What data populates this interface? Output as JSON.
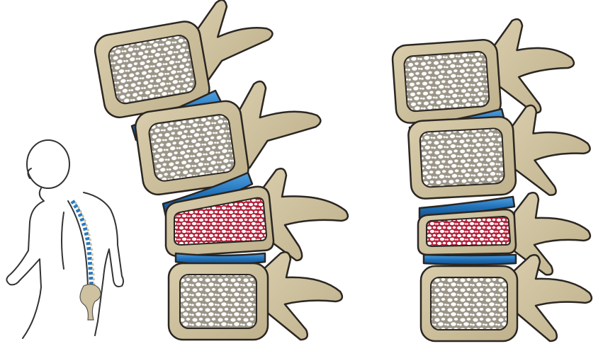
{
  "illustration": {
    "colors": {
      "background": "#ffffff",
      "bone": "#cfc2a0",
      "bone_shadow": "#a99a76",
      "outline": "#2a2622",
      "trabecular_healthy": "#9b9588",
      "trabecular_fractured": "#b3213a",
      "disc": "#1f6fb8",
      "disc_highlight": "#4fa0e0",
      "figure_line": "#333333",
      "figure_spine_accent": "#2a7ac0"
    },
    "figure": {
      "icon": "human-silhouette-with-kyphosis"
    },
    "left_column": {
      "fractured_vertebra_index": 2
    },
    "right_column": {
      "fractured_vertebra_index": 2
    }
  }
}
